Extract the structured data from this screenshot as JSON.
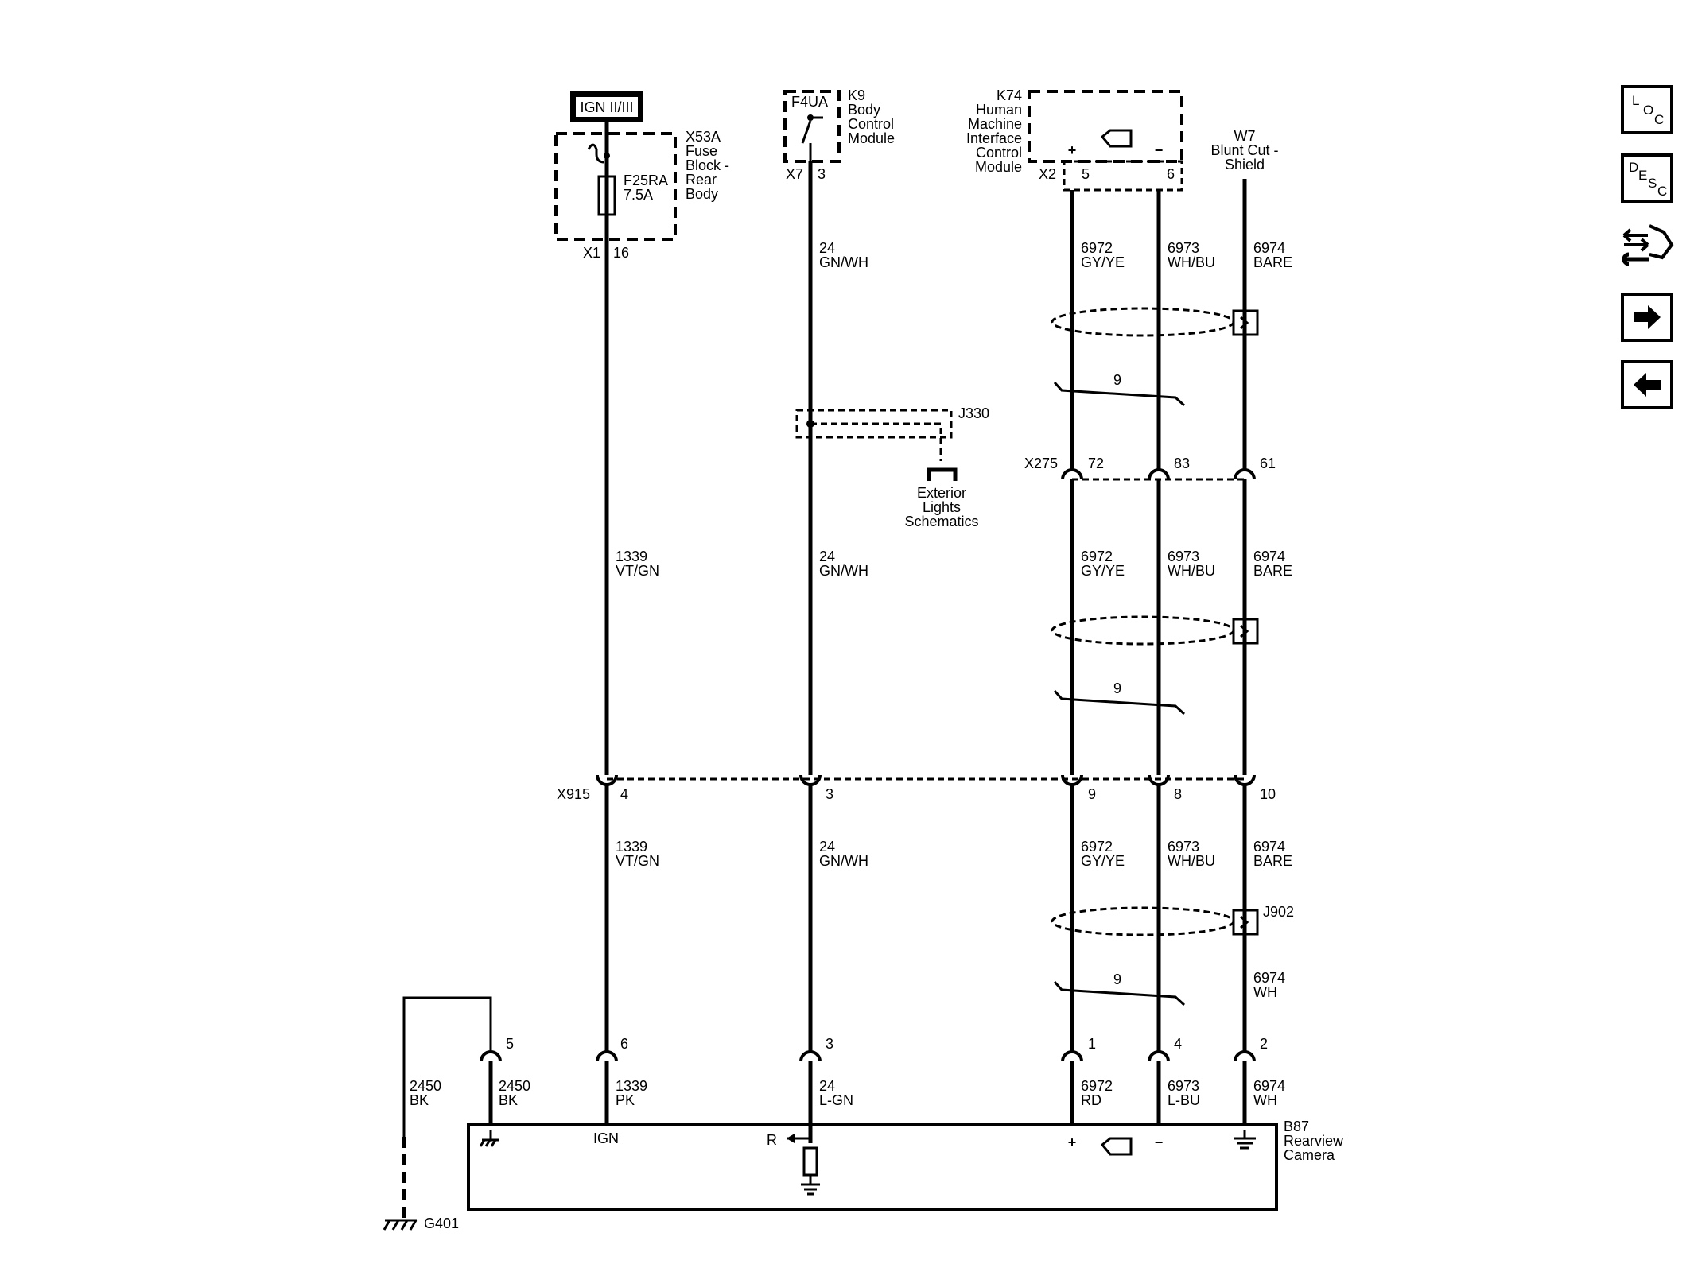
{
  "nav": {
    "loc_letters": [
      "L",
      "O",
      "C"
    ],
    "desc_letters": [
      "D",
      "E",
      "S",
      "C"
    ]
  },
  "power": {
    "label": "IGN II/III"
  },
  "fuse_block": {
    "name": "X53A",
    "desc": [
      "Fuse",
      "Block -",
      "Rear",
      "Body"
    ],
    "fuse": "F25RA",
    "rating": "7.5A",
    "conn": "X1",
    "pin": "16"
  },
  "bcm": {
    "name": "K9",
    "desc": [
      "Body",
      "Control",
      "Module"
    ],
    "switch": "F4UA",
    "conn": "X7",
    "pin": "3"
  },
  "hmi": {
    "name": "K74",
    "desc": [
      "Human",
      "Machine",
      "Interface",
      "Control",
      "Module"
    ],
    "conn": "X2",
    "pin_plus": "5",
    "pin_minus": "6",
    "plus": "+",
    "minus": "−"
  },
  "shield_top": {
    "name": "W7",
    "desc": [
      "Blunt Cut -",
      "Shield"
    ]
  },
  "splice_j330": {
    "name": "J330",
    "ref": [
      "Exterior",
      "Lights",
      "Schematics"
    ]
  },
  "x275": {
    "name": "X275",
    "pins": [
      "72",
      "83",
      "61"
    ]
  },
  "x915": {
    "name": "X915",
    "pins": [
      "4",
      "3",
      "9",
      "8",
      "10"
    ]
  },
  "twist": "9",
  "splice_j902": {
    "name": "J902"
  },
  "wires": {
    "seg1": {
      "c24": [
        "24",
        "GN/WH"
      ],
      "c6972": [
        "6972",
        "GY/YE"
      ],
      "c6973": [
        "6973",
        "WH/BU"
      ],
      "c6974": [
        "6974",
        "BARE"
      ]
    },
    "seg2": {
      "c1339": [
        "1339",
        "VT/GN"
      ],
      "c24": [
        "24",
        "GN/WH"
      ],
      "c6972": [
        "6972",
        "GY/YE"
      ],
      "c6973": [
        "6973",
        "WH/BU"
      ],
      "c6974": [
        "6974",
        "BARE"
      ]
    },
    "seg3": {
      "c1339": [
        "1339",
        "VT/GN"
      ],
      "c24": [
        "24",
        "GN/WH"
      ],
      "c6972": [
        "6972",
        "GY/YE"
      ],
      "c6973": [
        "6973",
        "WH/BU"
      ],
      "c6974": [
        "6974",
        "BARE"
      ],
      "c6974b": [
        "6974",
        "WH"
      ]
    },
    "seg4": {
      "g1": [
        "2450",
        "BK"
      ],
      "g2": [
        "2450",
        "BK"
      ],
      "c1339": [
        "1339",
        "PK"
      ],
      "c24": [
        "24",
        "L-GN"
      ],
      "c6972": [
        "6972",
        "RD"
      ],
      "c6973": [
        "6973",
        "L-BU"
      ],
      "c6974": [
        "6974",
        "WH"
      ]
    }
  },
  "camera": {
    "name": "B87",
    "desc": [
      "Rearview",
      "Camera"
    ],
    "pins": [
      "5",
      "6",
      "3",
      "1",
      "4",
      "2"
    ],
    "ign_label": "IGN",
    "r_label": "R",
    "plus": "+",
    "minus": "−"
  },
  "ground": {
    "name": "G401"
  }
}
